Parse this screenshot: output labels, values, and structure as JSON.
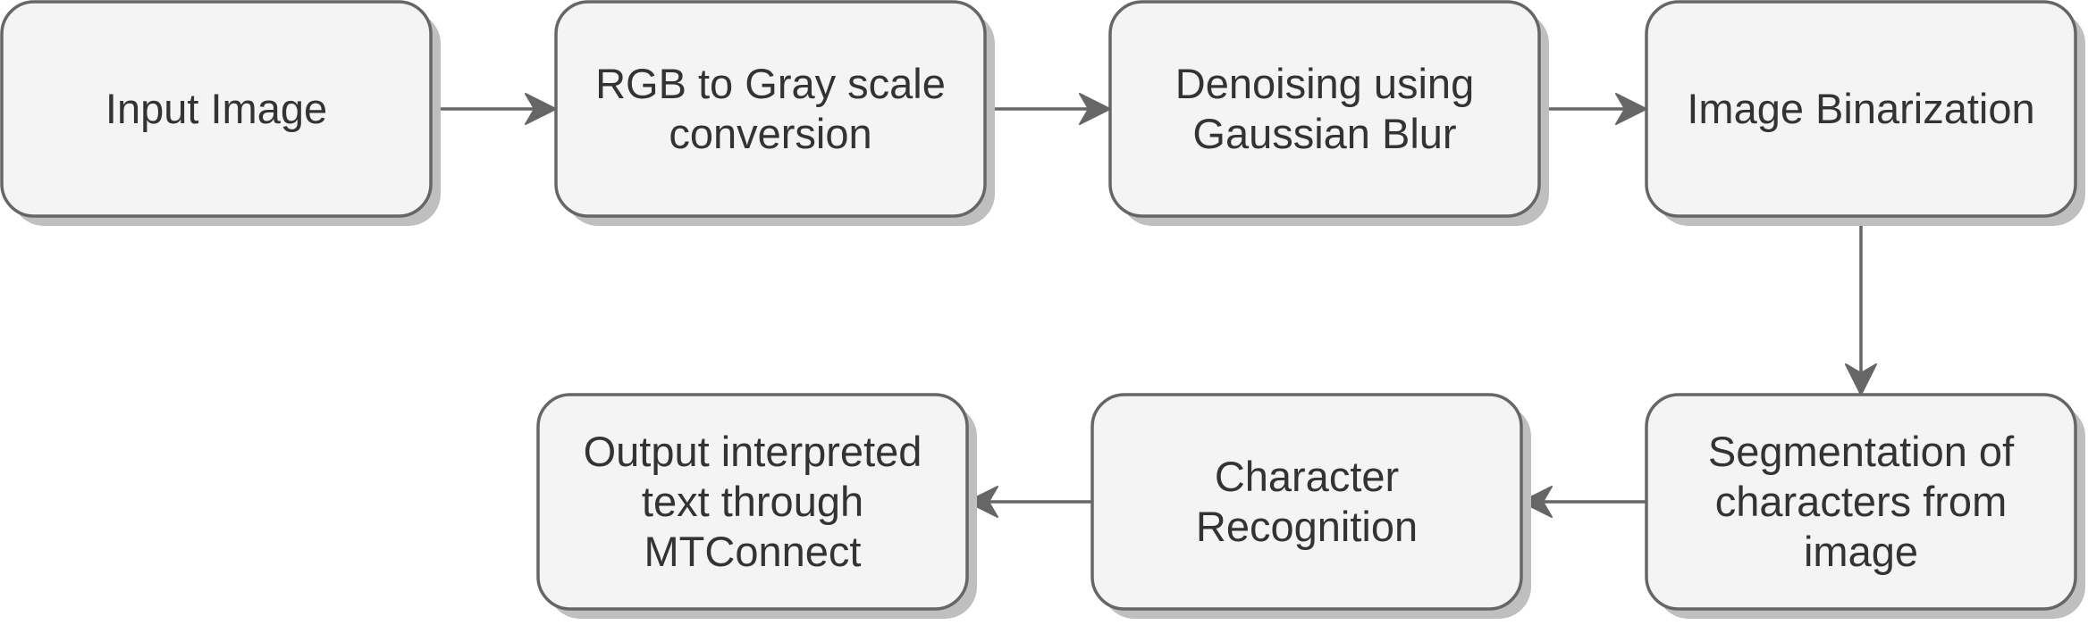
{
  "diagram": {
    "type": "flowchart",
    "nodes": [
      {
        "id": "input",
        "lines": [
          "Input Image"
        ]
      },
      {
        "id": "gray",
        "lines": [
          "RGB to Gray scale",
          "conversion"
        ]
      },
      {
        "id": "denoise",
        "lines": [
          "Denoising using",
          "Gaussian Blur"
        ]
      },
      {
        "id": "binarize",
        "lines": [
          "Image Binarization"
        ]
      },
      {
        "id": "segment",
        "lines": [
          "Segmentation of",
          "characters from",
          "image"
        ]
      },
      {
        "id": "recognize",
        "lines": [
          "Character",
          "Recognition"
        ]
      },
      {
        "id": "output",
        "lines": [
          "Output interpreted",
          "text through",
          "MTConnect"
        ]
      }
    ],
    "edges": [
      {
        "from": "input",
        "to": "gray"
      },
      {
        "from": "gray",
        "to": "denoise"
      },
      {
        "from": "denoise",
        "to": "binarize"
      },
      {
        "from": "binarize",
        "to": "segment"
      },
      {
        "from": "segment",
        "to": "recognize"
      },
      {
        "from": "recognize",
        "to": "output"
      }
    ]
  }
}
